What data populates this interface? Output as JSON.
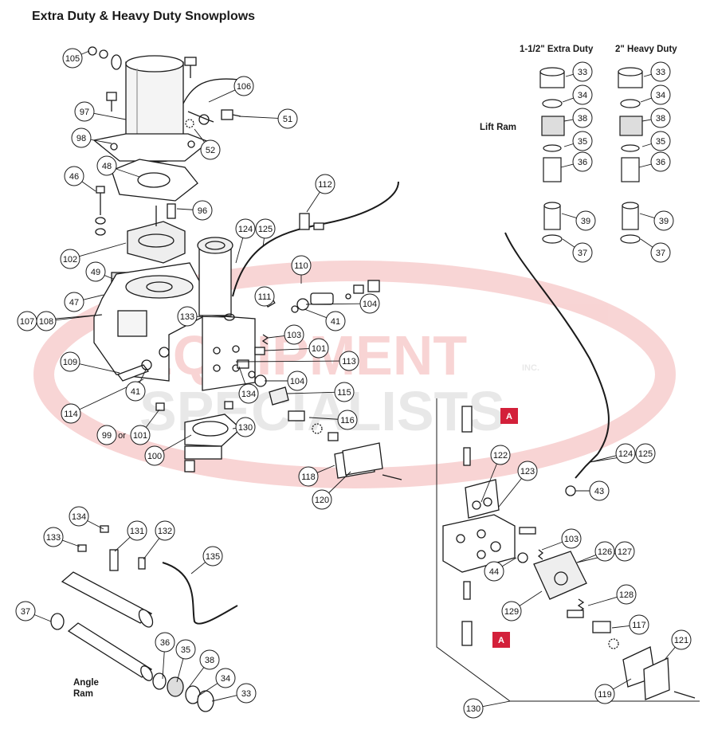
{
  "title": "Extra Duty & Heavy Duty Snowplows",
  "headings": {
    "extra_duty": "1-1/2\" Extra Duty",
    "heavy_duty": "2\" Heavy Duty",
    "lift_ram": "Lift Ram",
    "angle_ram_line1": "Angle",
    "angle_ram_line2": "Ram"
  },
  "watermark": {
    "line1": "EQUIPMENT",
    "line2": "SPECIALISTS",
    "inc": "INC."
  },
  "marker_label": "A",
  "callouts": [
    "105",
    "106",
    "97",
    "51",
    "52",
    "98",
    "48",
    "46",
    "96",
    "112",
    "102",
    "124",
    "125",
    "49",
    "110",
    "111",
    "47",
    "107",
    "108",
    "133",
    "104",
    "103",
    "41",
    "101",
    "109",
    "113",
    "41",
    "104",
    "134",
    "115",
    "114",
    "116",
    "130",
    "99",
    "or",
    "101",
    "100",
    "118",
    "120",
    "122",
    "123",
    "124",
    "125",
    "43",
    "103",
    "126",
    "127",
    "44",
    "128",
    "129",
    "117",
    "121",
    "119",
    "130",
    "134",
    "131",
    "132",
    "133",
    "135",
    "37",
    "36",
    "35",
    "38",
    "34",
    "33",
    "33",
    "34",
    "38",
    "35",
    "36",
    "39",
    "37",
    "33",
    "34",
    "38",
    "35",
    "36",
    "39",
    "37"
  ],
  "colors": {
    "line": "#1a1a1a",
    "marker_red": "#d3203a",
    "watermark_red": "#e14040",
    "watermark_gray": "#9a9a9a"
  }
}
